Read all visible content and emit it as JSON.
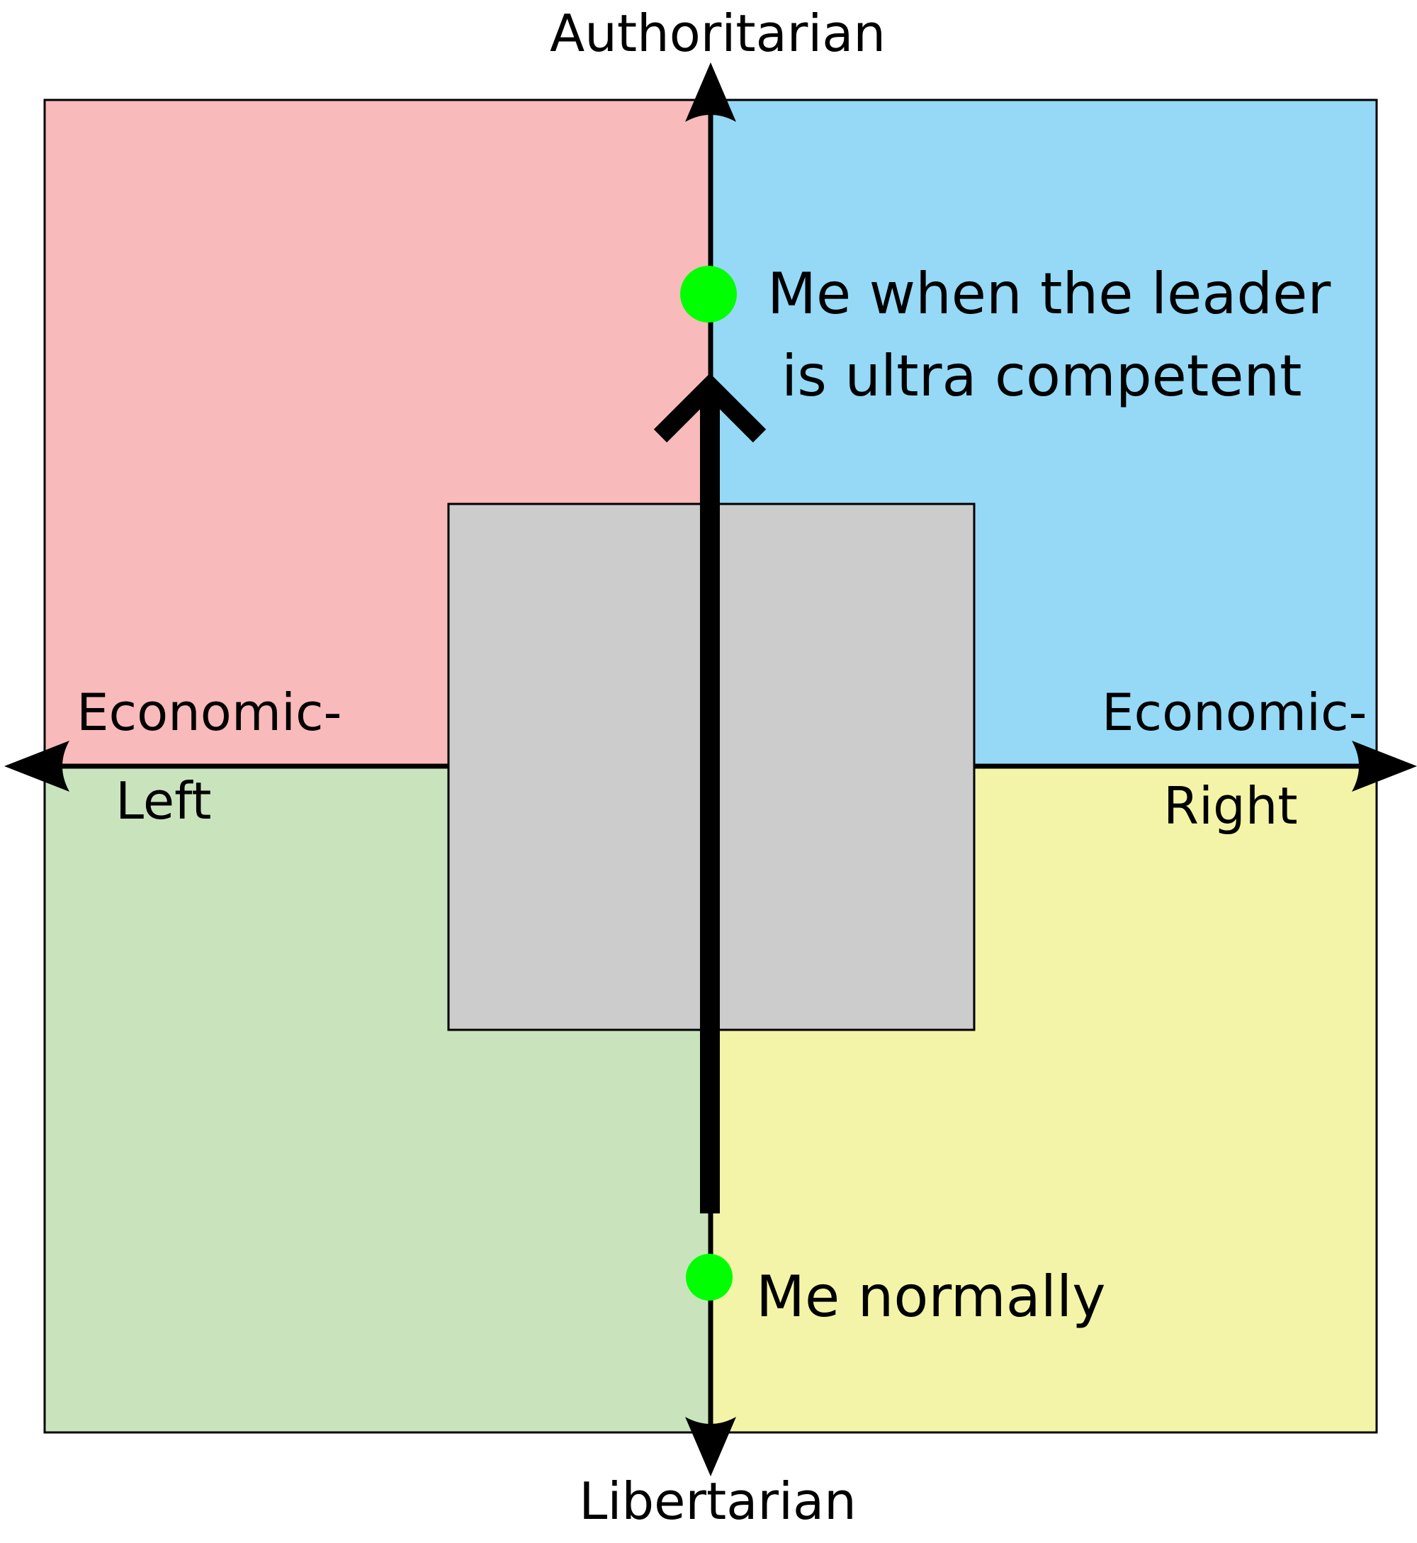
{
  "axes": {
    "top": "Authoritarian",
    "bottom": "Libertarian",
    "left": [
      "Economic-",
      "Left"
    ],
    "right": [
      "Economic-",
      "Right"
    ]
  },
  "annotations": {
    "auth_point": [
      "Me when the leader",
      "is ultra competent"
    ],
    "lib_point": "Me normally"
  },
  "colors": {
    "auth_left": "#f8baba",
    "auth_right": "#95d9f6",
    "lib_left": "#c9e4bd",
    "lib_right": "#f3f4a7",
    "center": "#cccccc",
    "point": "#00ff00"
  }
}
